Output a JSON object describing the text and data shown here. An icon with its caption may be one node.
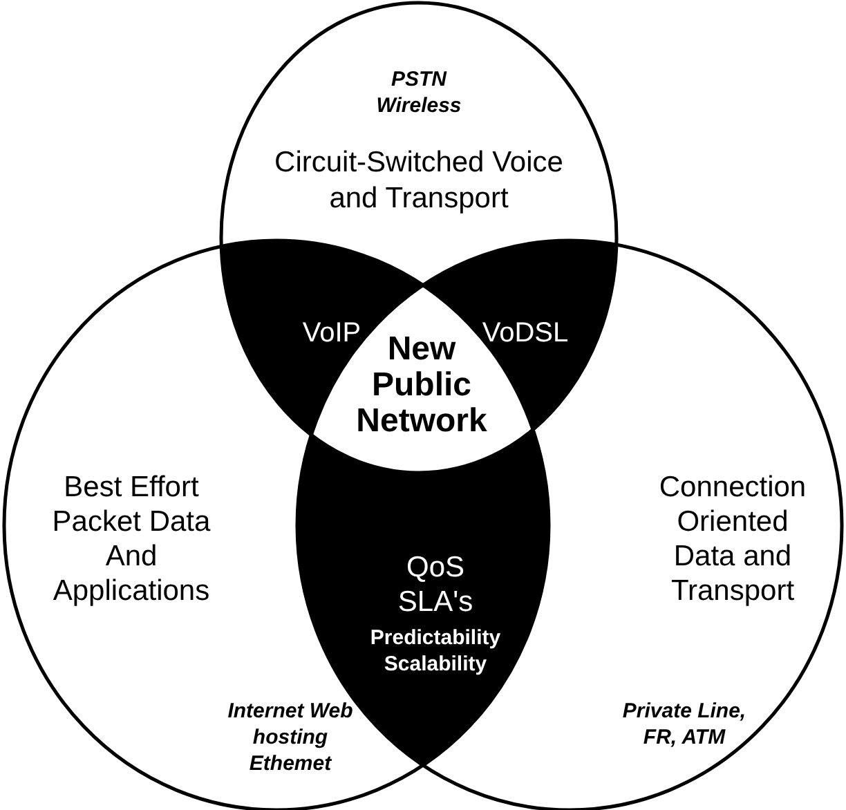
{
  "diagram": {
    "nodes": [
      {
        "text": [
          "PSTN Wireless",
          "Circuit-Switched Voice and Transport"
        ]
      },
      {
        "text": [
          "Best Effort Packet Data And Applications",
          "Internet Web hosting Ethemet"
        ]
      },
      {
        "text": [
          "Connection Oriented Data and Transport",
          "Private Line, FR, ATM"
        ]
      },
      {
        "text": [
          "VoIP"
        ]
      },
      {
        "text": [
          "VoDSL"
        ]
      },
      {
        "text": [
          "New Public Network"
        ]
      },
      {
        "text": [
          "QoS SLA's",
          "Predictability Scalability"
        ]
      }
    ]
  }
}
